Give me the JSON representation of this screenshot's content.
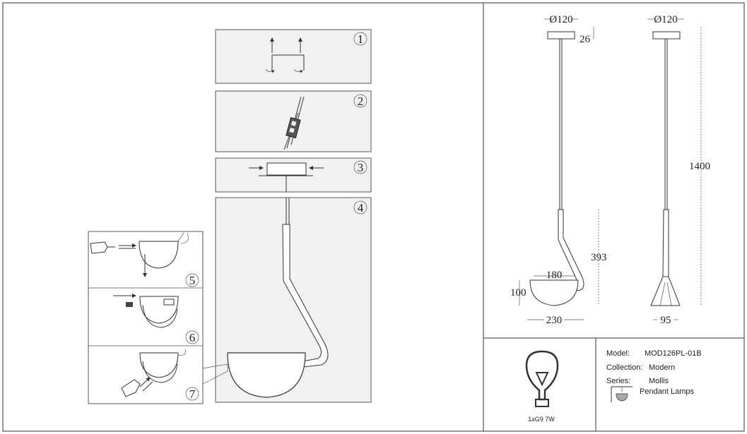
{
  "steps": [
    "1",
    "2",
    "3",
    "4",
    "5",
    "6",
    "7"
  ],
  "dimensions": {
    "canopy_diameter_front": "Ø120",
    "canopy_diameter_side": "Ø120",
    "canopy_height": "26",
    "total_height": "1400",
    "arm_height": "393",
    "shade_inner_width": "180",
    "shade_height": "100",
    "shade_width": "230",
    "side_width": "95"
  },
  "bulb": {
    "icon": "light-bulb-icon",
    "label": "1xG9 7W"
  },
  "specs": {
    "model_label": "Model:",
    "model_value": "MOD126PL-01B",
    "collection_label": "Collection:",
    "collection_value": "Modern",
    "series_label": "Series:",
    "series_value": "Mollis",
    "type_icon": "pendant-lamp-icon",
    "type_value": "Pendant Lamps"
  }
}
